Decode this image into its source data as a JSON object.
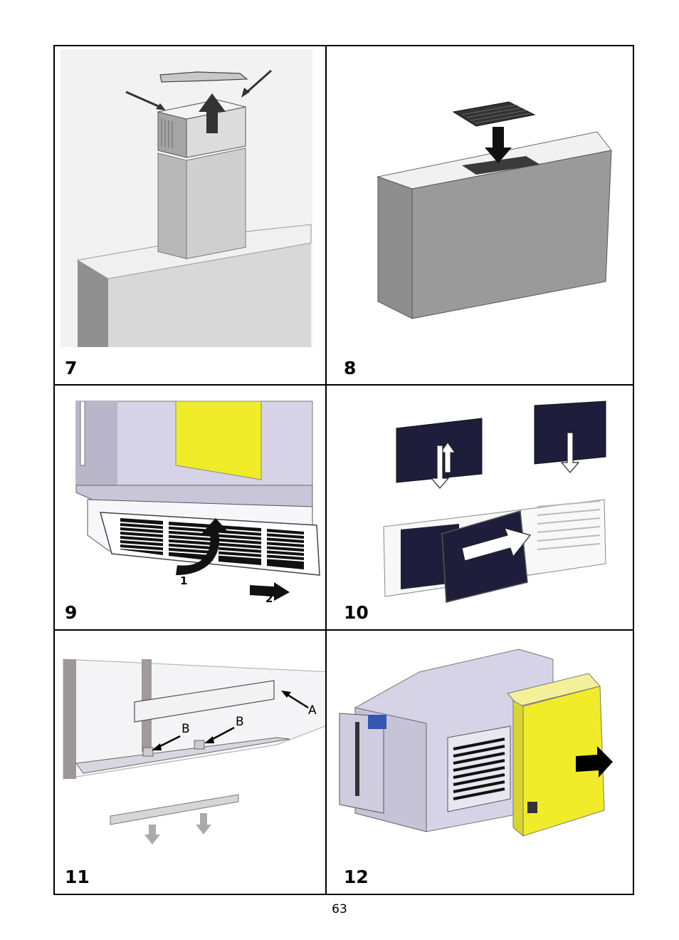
{
  "figures": [
    {
      "number": "7",
      "content": "chimney-removal"
    },
    {
      "number": "8",
      "content": "carbon-filter-insertion"
    },
    {
      "number": "9",
      "content": "grille-removal"
    },
    {
      "number": "10",
      "content": "filter-replacement"
    },
    {
      "number": "11",
      "content": "rail-removal",
      "callouts": [
        "A",
        "B",
        "B"
      ]
    },
    {
      "number": "12",
      "content": "cover-removal"
    },
    {
      "step_labels": [
        "1",
        "2"
      ]
    }
  ],
  "page_number": "63",
  "colors": {
    "panel_gray": "#8e8e8e",
    "light_gray": "#d9d9d9",
    "filter_navy": "#1e1e3c",
    "cover_yellow": "#f0ec2a",
    "housing_lavender": "#d6d3e6"
  }
}
